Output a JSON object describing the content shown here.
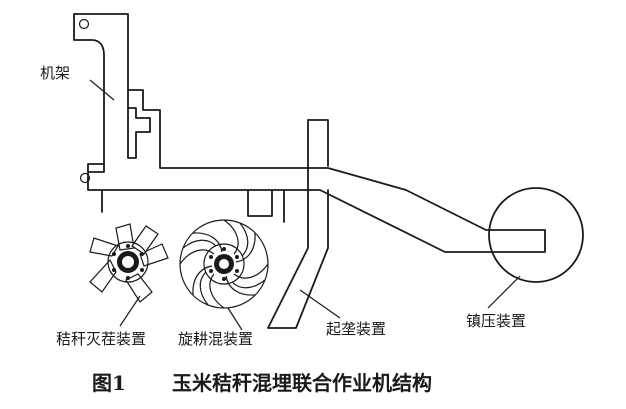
{
  "labels": {
    "frame": "机架",
    "stubble_device": "秸秆灭茬装置",
    "rotary_device": "旋耕混装置",
    "ridge_device": "起垄装置",
    "press_device": "镇压装置"
  },
  "caption": {
    "figure_no": "图1",
    "title": "玉米秸秆混埋联合作业机结构"
  }
}
